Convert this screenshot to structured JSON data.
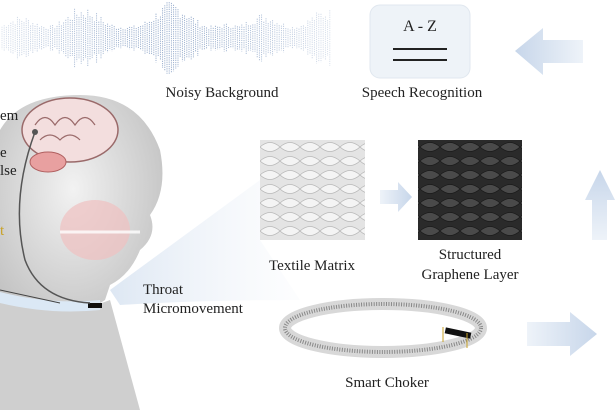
{
  "labels": {
    "noisy_background": "Noisy Background",
    "speech_recognition": "Speech Recognition",
    "speech_box_text": "A - Z",
    "textile_matrix": "Textile Matrix",
    "graphene_line1": "Structured",
    "graphene_line2": "Graphene Layer",
    "throat_line1": "Throat",
    "throat_line2": "Micromovement",
    "smart_choker": "Smart Choker",
    "left_partial_1": "em",
    "left_partial_2": "e",
    "left_partial_3": "lse",
    "left_partial_4": "t"
  },
  "colors": {
    "wave": "#8fa6c8",
    "arrow": "#cfdcec",
    "box_bg": "#eef3f8",
    "accent_gold": "#c9a227",
    "brain": "#f1d9d9",
    "muscle": "#e07a7a"
  }
}
